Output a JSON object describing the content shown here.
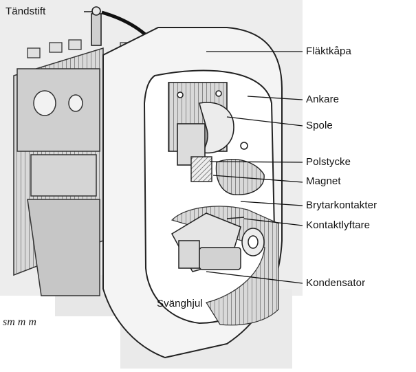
{
  "figure": {
    "labels": {
      "spark_plug": "Tändstift",
      "fan_cover": "Fläktkåpa",
      "armature": "Ankare",
      "coil": "Spole",
      "pole_piece": "Polstycke",
      "magnet": "Magnet",
      "breaker_points": "Brytarkontakter",
      "contact_lifter": "Kontaktlyftare",
      "condenser": "Kondensator",
      "flywheel": "Svänghjul"
    },
    "fragment_text": "sm m m"
  }
}
